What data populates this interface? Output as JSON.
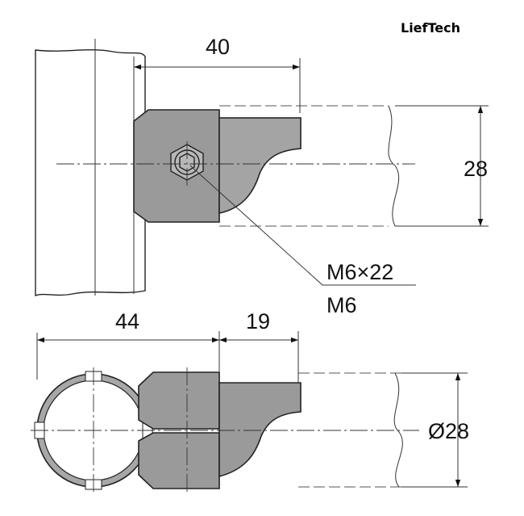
{
  "brand": {
    "name": "LiefTech"
  },
  "dimensions": {
    "top_width": "40",
    "top_height": "28",
    "screw_size": "M6×22",
    "thread": "M6",
    "bottom_width": "44",
    "bottom_depth": "19",
    "tube_diameter": "Ø28"
  },
  "colors": {
    "part_fill": "#9a9a9a",
    "line": "#222222",
    "background": "#ffffff"
  }
}
